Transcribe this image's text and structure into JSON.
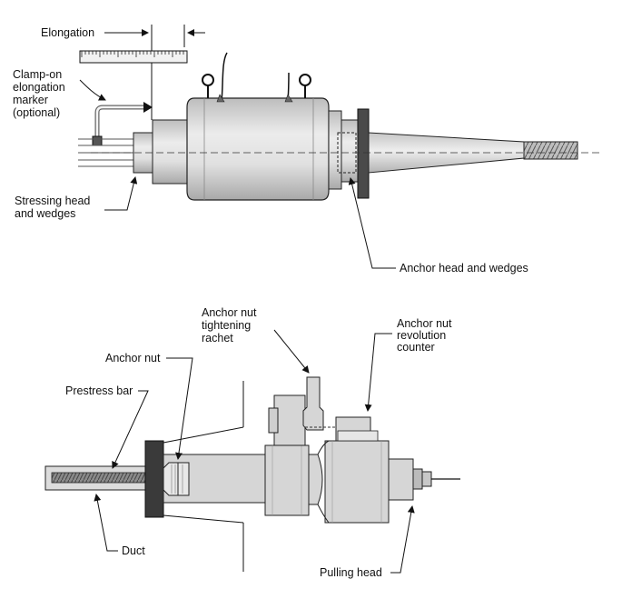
{
  "top_diagram": {
    "labels": {
      "elongation": "Elongation",
      "clamp_marker_1": "Clamp-on",
      "clamp_marker_2": "elongation",
      "clamp_marker_3": "marker",
      "clamp_marker_4": "(optional)",
      "stressing_head_1": "Stressing head",
      "stressing_head_2": "and wedges",
      "anchor_head": "Anchor head and wedges"
    }
  },
  "bottom_diagram": {
    "labels": {
      "tightening_1": "Anchor nut",
      "tightening_2": "tightening",
      "tightening_3": "rachet",
      "revolution_1": "Anchor nut",
      "revolution_2": "revolution",
      "revolution_3": "counter",
      "anchor_nut": "Anchor nut",
      "prestress_bar": "Prestress bar",
      "duct": "Duct",
      "pulling_head": "Pulling head"
    }
  },
  "colors": {
    "body_fill": "#d6d6d6",
    "body_light": "#e6e6e6",
    "plate_dark": "#3a3a3a",
    "stroke": "#222222"
  }
}
